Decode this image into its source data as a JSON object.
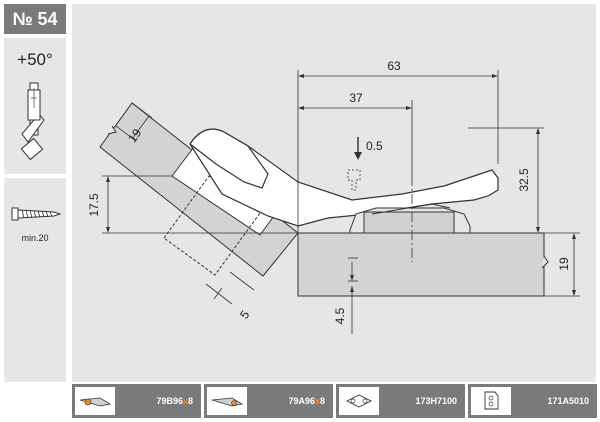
{
  "badge": "№ 54",
  "opening_angle": "+50°",
  "screw_label": "min.20",
  "dimensions": {
    "d63": "63",
    "d37": "37",
    "d05": "0.5",
    "d325": "32.5",
    "d19_door": "19",
    "d175": "17.5",
    "d19_side": "19",
    "d45": "4.5",
    "d5": "5"
  },
  "parts": [
    {
      "pre": "79B96",
      "hl": "x",
      "post": "8"
    },
    {
      "pre": "79A96",
      "hl": "x",
      "post": "8"
    },
    {
      "pre": "173H7100",
      "hl": "",
      "post": ""
    },
    {
      "pre": "171A5010",
      "hl": "",
      "post": ""
    }
  ],
  "colors": {
    "badge_bg": "#7a7a7a",
    "panel_bg": "#e5e6e8",
    "accent": "#f08a2c",
    "material": "#d2d3d5"
  }
}
